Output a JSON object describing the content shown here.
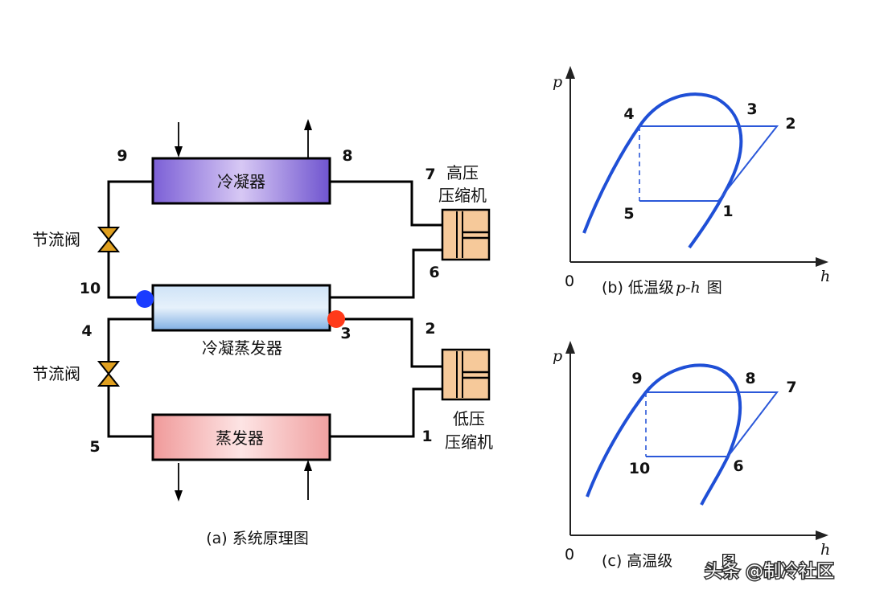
{
  "system": {
    "condenser": "冷凝器",
    "cond_evaporator": "冷凝蒸发器",
    "evaporator": "蒸发器",
    "valve_upper": "节流阀",
    "valve_lower": "节流阀",
    "hp_compressor": [
      "高压",
      "压缩机"
    ],
    "lp_compressor": [
      "低压",
      "压缩机"
    ],
    "points": {
      "p1": "1",
      "p2": "2",
      "p3": "3",
      "p4": "4",
      "p5": "5",
      "p6": "6",
      "p7": "7",
      "p8": "8",
      "p9": "9",
      "p10": "10"
    },
    "caption": "(a) 系统原理图"
  },
  "diagram_b": {
    "y_axis": "p",
    "x_axis": "h",
    "origin": "0",
    "caption_prefix": "(b) 低温级",
    "caption_var": "p-h",
    "caption_suffix": "图",
    "points": [
      "4",
      "3",
      "2",
      "5",
      "1"
    ]
  },
  "diagram_c": {
    "y_axis": "p",
    "x_axis": "h",
    "origin": "0",
    "caption_prefix": "(c) 高温级",
    "caption_suffix": "图",
    "points": [
      "9",
      "8",
      "7",
      "10",
      "6"
    ]
  },
  "watermark": "头条 @制冷社区",
  "colors": {
    "condenser": "#8c6ee0",
    "evaporator": "#f0a8a8",
    "cond_evaporator": "#8fb8e8",
    "compressor": "#f6c99a",
    "valve": "#e0a020",
    "curve": "#1f4fd6",
    "inlet_dot": "#1a3cff",
    "outlet_dot": "#ff3a1a"
  }
}
